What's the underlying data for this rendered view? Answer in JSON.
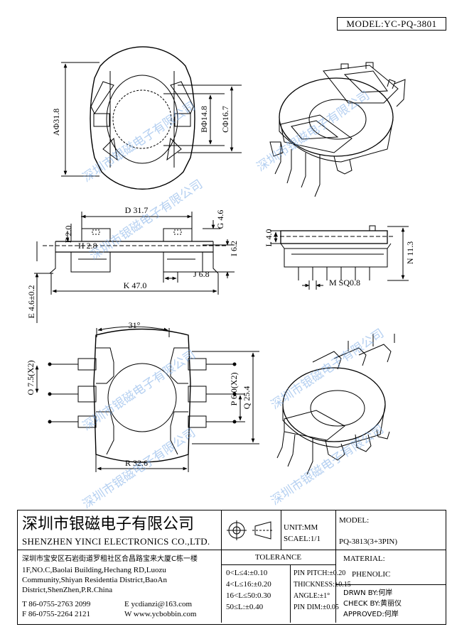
{
  "model_header": "MODEL:YC-PQ-3801",
  "dimensions": {
    "A": "AΦ31.8",
    "B": "BΦ14.8",
    "C": "CΦ16.7",
    "D": "D 31.7",
    "F": "F 2.0",
    "G": "G 4.6",
    "H": "H 2.8",
    "I": "I 6.2",
    "J": "J 6.8",
    "K": "K 47.0",
    "E": "E 4.6±0.2",
    "L": "L 4.0",
    "M": "M SQ0.8",
    "N": "N 11.3",
    "angle": "31°",
    "O": "O 7.5(X2)",
    "P": "P 6.0(X2)",
    "Q": "Q 25.4",
    "R": "R 32.6"
  },
  "watermark": "深圳市银磁电子有限公司",
  "title_block": {
    "company_cn": "深圳市银磁电子有限公司",
    "company_en": "SHENZHEN YINCI ELECTRONICS CO.,LTD.",
    "address_cn": "深圳市宝安区石岩街道罗租社区合昌路宝来大厦C栋一楼",
    "address_en_1": "1F,NO.C,Baolai Building,Hechang RD,Luozu",
    "address_en_2": "Community,Shiyan Residentia District,BaoAn",
    "address_en_3": "District,ShenZhen,P.R.China",
    "tel": "T 86-0755-2763 2099",
    "fax": "F 86-0755-2264 2121",
    "email": "E ycdianzi@163.com",
    "web": "W www.ycbobbin.com",
    "unit": "UNIT:MM",
    "scale": "SCAEL:1/1",
    "model_label": "MODEL:",
    "model_value": "PQ-3813(3+3PIN)",
    "tolerance_title": "TOLERANCE",
    "tol_1": "0<L≤4:±0.10",
    "tol_2": "4<L≤16:±0.20",
    "tol_3": "16<L≤50:0.30",
    "tol_4": "50≤L:±0.40",
    "pin_pitch": "PIN PITCH:±0.20",
    "thickness": "THICKNESS:±0.15",
    "angle": "ANGLE:±1°",
    "pin_dim": "PIN DIM:±0.05",
    "material_label": "MATERIAL:",
    "material_value": "PHENOLIC",
    "drawn_by": "DRWN BY:何岸",
    "check_by": "CHECK BY:黄丽仪",
    "approved": "APPROVED:何岸"
  }
}
